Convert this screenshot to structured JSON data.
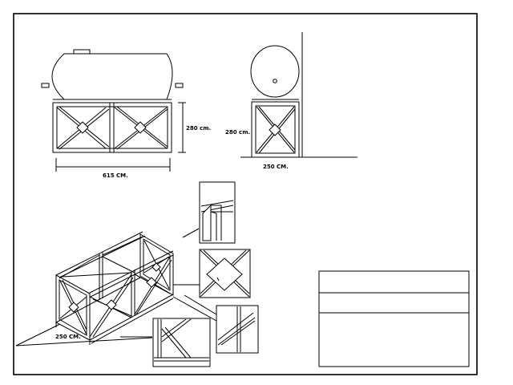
{
  "drawing": {
    "dimensions": {
      "tank_length": "615 CM.",
      "frame_height_side": "280 cm.",
      "frame_height_end": "280 cm.",
      "frame_width_end": "250 CM.",
      "frame_width_iso": "250 CM."
    },
    "title_block": {
      "row1": "",
      "row2": "",
      "row3": ""
    }
  }
}
